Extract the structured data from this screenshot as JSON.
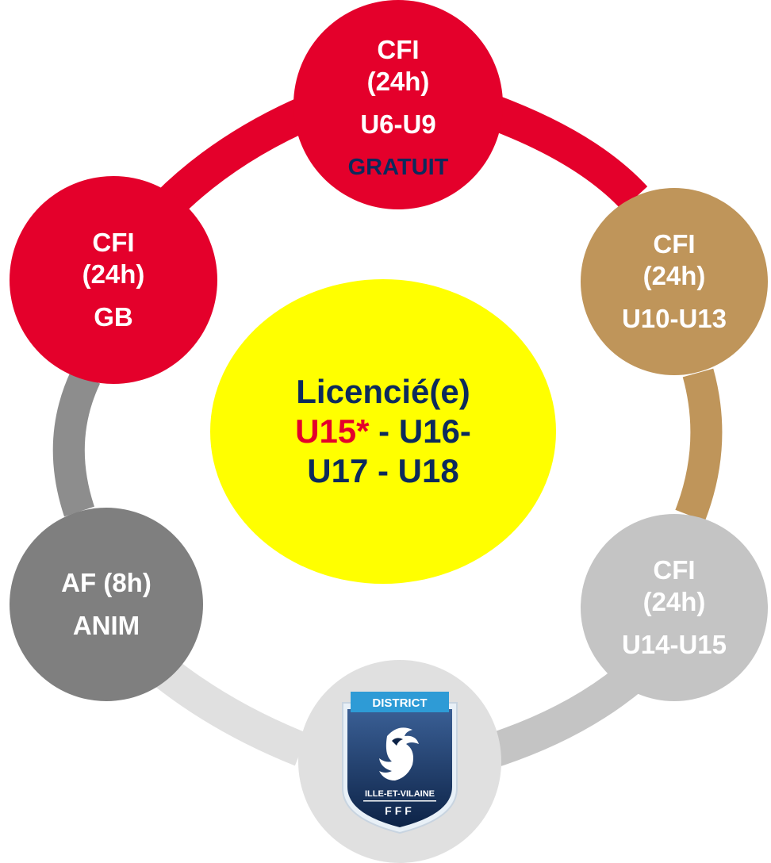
{
  "colors": {
    "red": "#e4002b",
    "tan": "#bf955a",
    "light_gray": "#c4c4c4",
    "lighter_gray": "#e0e0e0",
    "dark_gray": "#7f7f7f",
    "mid_gray": "#8d8d8d",
    "yellow": "#ffff00",
    "navy": "#0c2a5c",
    "white": "#ffffff"
  },
  "nodes": {
    "top": {
      "line1": "CFI",
      "line2": "(24h)",
      "line3": "U6-U9",
      "line4": "GRATUIT"
    },
    "top_right": {
      "line1": "CFI",
      "line2": "(24h)",
      "line3": "U10-U13"
    },
    "bottom_right": {
      "line1": "CFI",
      "line2": "(24h)",
      "line3": "U14-U15"
    },
    "bottom_left": {
      "line1": "AF (8h)",
      "line2": "ANIM"
    },
    "top_left": {
      "line1": "CFI",
      "line2": "(24h)",
      "line3": "GB"
    }
  },
  "center": {
    "line1": "Licencié(e)",
    "line2_highlight": "U15*",
    "line2_rest": " - U16-",
    "line3": "U17 - U18"
  },
  "logo": {
    "banner": "DISTRICT",
    "region": "ILLE-ET-VILAINE",
    "federation": "FFF",
    "icon": "rooster-crest-icon"
  }
}
